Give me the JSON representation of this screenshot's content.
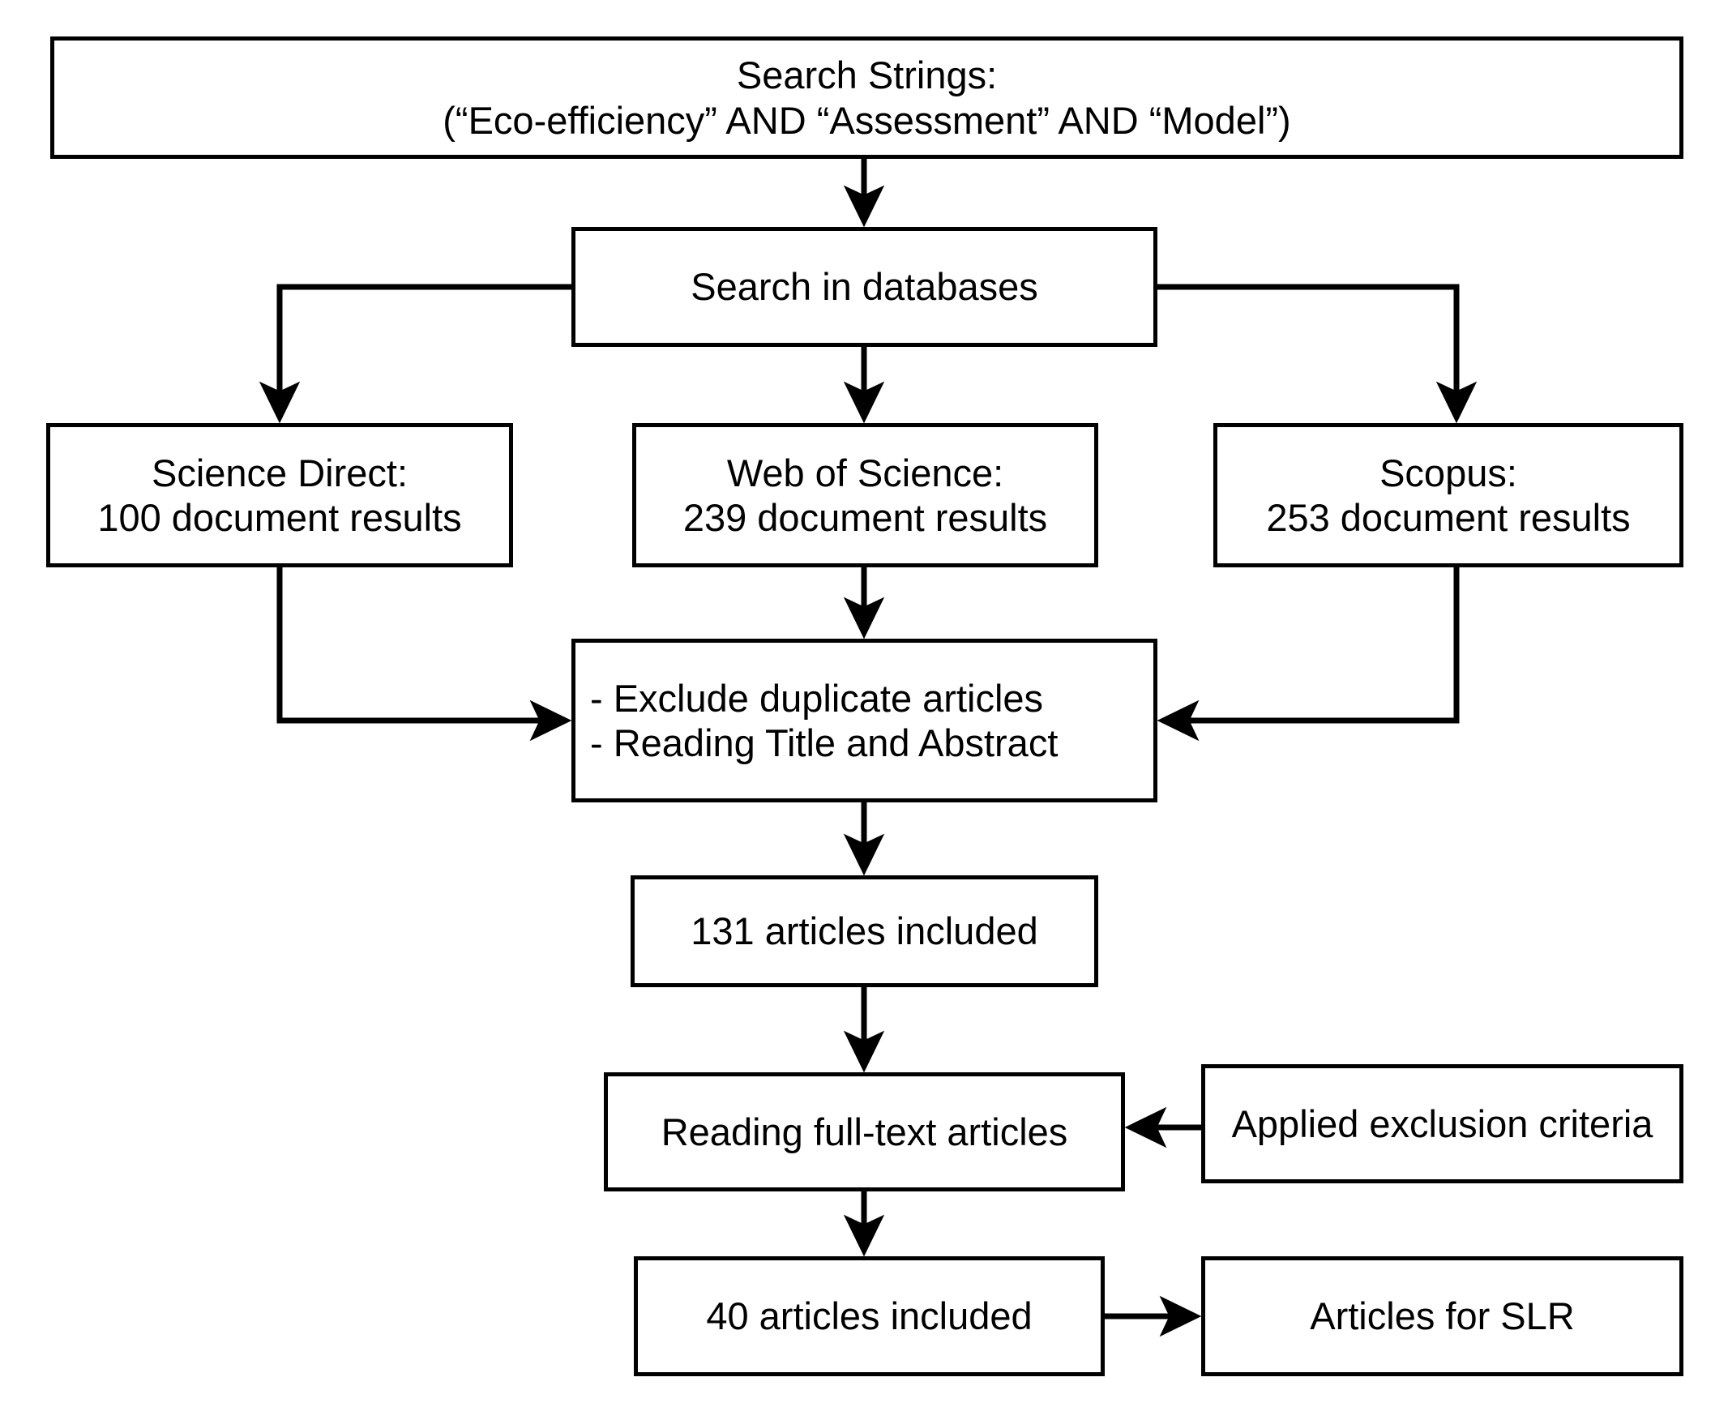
{
  "diagram": {
    "title_semantic": "systematic-literature-review-search-flowchart",
    "background_color": "#ffffff",
    "stroke_color": "#000000",
    "text_color": "#000000"
  },
  "nodes": {
    "search_strings": {
      "line1": "Search Strings:",
      "line2": "(“Eco-efficiency” AND “Assessment” AND “Model”)"
    },
    "search_in_databases": {
      "line1": "Search in databases"
    },
    "science_direct": {
      "line1": "Science Direct:",
      "line2": "100 document results"
    },
    "web_of_science": {
      "line1": "Web of Science:",
      "line2": "239 document results"
    },
    "scopus": {
      "line1": "Scopus:",
      "line2": "253 document results"
    },
    "screening": {
      "line1": "- Exclude duplicate articles",
      "line2": "- Reading Title and Abstract"
    },
    "included_131": {
      "line1": "131 articles included"
    },
    "reading_full_text": {
      "line1": "Reading full-text articles"
    },
    "exclusion_criteria": {
      "line1": "Applied exclusion criteria"
    },
    "included_40": {
      "line1": "40 articles included"
    },
    "articles_for_slr": {
      "line1": "Articles for SLR"
    }
  },
  "edges": [
    {
      "name": "search-strings-to-search-in-databases",
      "from": "search_strings",
      "to": "search_in_databases",
      "arrow": true
    },
    {
      "name": "search-in-databases-to-science-direct",
      "from": "search_in_databases",
      "to": "science_direct",
      "arrow": true
    },
    {
      "name": "search-in-databases-to-web-of-science",
      "from": "search_in_databases",
      "to": "web_of_science",
      "arrow": true
    },
    {
      "name": "search-in-databases-to-scopus",
      "from": "search_in_databases",
      "to": "scopus",
      "arrow": true
    },
    {
      "name": "science-direct-to-screening",
      "from": "science_direct",
      "to": "screening",
      "arrow": true
    },
    {
      "name": "web-of-science-to-screening",
      "from": "web_of_science",
      "to": "screening",
      "arrow": true
    },
    {
      "name": "scopus-to-screening",
      "from": "scopus",
      "to": "screening",
      "arrow": true
    },
    {
      "name": "screening-to-included-131",
      "from": "screening",
      "to": "included_131",
      "arrow": true
    },
    {
      "name": "included-131-to-reading-full-text",
      "from": "included_131",
      "to": "reading_full_text",
      "arrow": true
    },
    {
      "name": "exclusion-criteria-to-reading-full-text",
      "from": "exclusion_criteria",
      "to": "reading_full_text",
      "arrow": true
    },
    {
      "name": "reading-full-text-to-included-40",
      "from": "reading_full_text",
      "to": "included_40",
      "arrow": true
    },
    {
      "name": "included-40-to-articles-for-slr",
      "from": "included_40",
      "to": "articles_for_slr",
      "arrow": true
    }
  ]
}
